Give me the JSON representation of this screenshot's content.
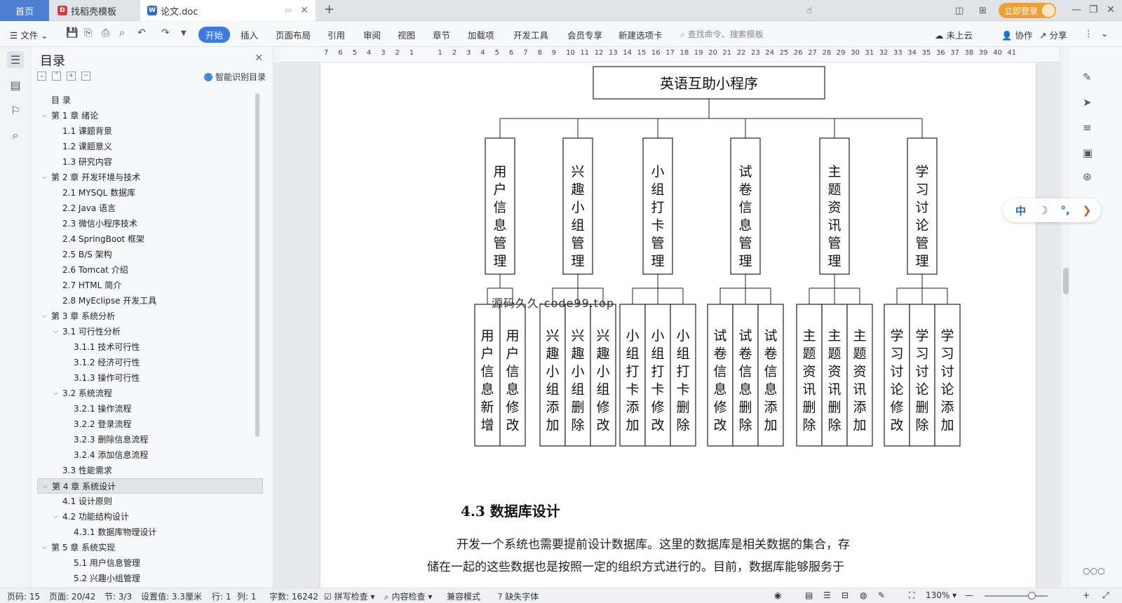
{
  "tabs": [
    {
      "label": "首页",
      "icon": "home-tab"
    },
    {
      "label": "找稻壳模板",
      "icon": "docer-icon"
    },
    {
      "label": "论文.doc",
      "icon": "word-doc-icon"
    }
  ],
  "login": "立即登录",
  "toolbar": {
    "file_menu": "文件",
    "menus": [
      "开始",
      "插入",
      "页面布局",
      "引用",
      "审阅",
      "视图",
      "章节",
      "加载项",
      "开发工具",
      "会员专享",
      "新建选项卡"
    ],
    "search_placeholder": "查找命令、搜索模板",
    "cloud": "未上云",
    "collab": "协作",
    "share": "分享"
  },
  "toc": {
    "title": "目录",
    "smart": "智能识别目录",
    "items": [
      {
        "text": "目  录",
        "level": 0,
        "chev": ""
      },
      {
        "text": "第 1 章  绪论",
        "level": 0,
        "chev": "v"
      },
      {
        "text": "1.1  课题背景",
        "level": 1,
        "chev": ""
      },
      {
        "text": "1.2  课题意义",
        "level": 1,
        "chev": ""
      },
      {
        "text": "1.3  研究内容",
        "level": 1,
        "chev": ""
      },
      {
        "text": "第 2 章  开发环境与技术",
        "level": 0,
        "chev": "v"
      },
      {
        "text": "2.1 MYSQL 数据库",
        "level": 1,
        "chev": ""
      },
      {
        "text": "2.2 Java 语言",
        "level": 1,
        "chev": ""
      },
      {
        "text": "2.3  微信小程序技术",
        "level": 1,
        "chev": ""
      },
      {
        "text": "2.4 SpringBoot 框架",
        "level": 1,
        "chev": ""
      },
      {
        "text": "2.5 B/S 架构",
        "level": 1,
        "chev": ""
      },
      {
        "text": "2.6 Tomcat  介绍",
        "level": 1,
        "chev": ""
      },
      {
        "text": "2.7 HTML 简介",
        "level": 1,
        "chev": ""
      },
      {
        "text": "2.8 MyEclipse 开发工具",
        "level": 1,
        "chev": ""
      },
      {
        "text": "第 3 章  系统分析",
        "level": 0,
        "chev": "v"
      },
      {
        "text": "3.1  可行性分析",
        "level": 1,
        "chev": "v"
      },
      {
        "text": "3.1.1  技术可行性",
        "level": 2,
        "chev": ""
      },
      {
        "text": "3.1.2  经济可行性",
        "level": 2,
        "chev": ""
      },
      {
        "text": "3.1.3  操作可行性",
        "level": 2,
        "chev": ""
      },
      {
        "text": "3.2  系统流程",
        "level": 1,
        "chev": "v"
      },
      {
        "text": "3.2.1  操作流程",
        "level": 2,
        "chev": ""
      },
      {
        "text": "3.2.2  登录流程",
        "level": 2,
        "chev": ""
      },
      {
        "text": "3.2.3  删除信息流程",
        "level": 2,
        "chev": ""
      },
      {
        "text": "3.2.4  添加信息流程",
        "level": 2,
        "chev": ""
      },
      {
        "text": "3.3  性能需求",
        "level": 1,
        "chev": ""
      },
      {
        "text": "第 4 章  系统设计",
        "level": 0,
        "chev": "v",
        "selected": true
      },
      {
        "text": "4.1  设计原则",
        "level": 1,
        "chev": ""
      },
      {
        "text": "4.2  功能结构设计",
        "level": 1,
        "chev": "v"
      },
      {
        "text": "4.3.1  数据库物理设计",
        "level": 2,
        "chev": ""
      },
      {
        "text": "第 5 章  系统实现",
        "level": 0,
        "chev": "v"
      },
      {
        "text": "5.1 用户信息管理",
        "level": 2,
        "chev": ""
      },
      {
        "text": "5.2 兴趣小组管理",
        "level": 2,
        "chev": ""
      }
    ]
  },
  "ruler": [
    "7",
    "6",
    "5",
    "4",
    "3",
    "2",
    "1",
    "",
    "1",
    "2",
    "3",
    "4",
    "5",
    "6",
    "7",
    "8",
    "9",
    "10",
    "11",
    "12",
    "13",
    "14",
    "15",
    "16",
    "17",
    "18",
    "19",
    "20",
    "21",
    "22",
    "23",
    "24",
    "25",
    "26",
    "27",
    "28",
    "29",
    "30",
    "31",
    "32",
    "33",
    "34",
    "35",
    "36",
    "37",
    "38",
    "39",
    "40",
    "41"
  ],
  "diagram": {
    "root": "英语互助小程序",
    "modules": [
      {
        "name": "用户信息管理",
        "subs": [
          "用户信息新增",
          "用户信息修改"
        ]
      },
      {
        "name": "兴趣小组管理",
        "subs": [
          "兴趣小组添加",
          "兴趣小组删除",
          "兴趣小组修改"
        ]
      },
      {
        "name": "小组打卡管理",
        "subs": [
          "小组打卡添加",
          "小组打卡修改",
          "小组打卡删除"
        ]
      },
      {
        "name": "试卷信息管理",
        "subs": [
          "试卷信息修改",
          "试卷信息删除",
          "试卷信息添加"
        ]
      },
      {
        "name": "主题资讯管理",
        "subs": [
          "主题资讯删除",
          "主题资讯删除",
          "主题资讯添加"
        ]
      },
      {
        "name": "学习讨论管理",
        "subs": [
          "学习讨论修改",
          "学习讨论删除",
          "学习讨论添加"
        ]
      }
    ]
  },
  "watermark": "源码久久-code99.top",
  "doc": {
    "heading": "4.3  数据库设计",
    "para1": "开发一个系统也需要提前设计数据库。这里的数据库是相关数据的集合，存",
    "para2": "储在一起的这些数据也是按照一定的组织方式进行的。目前，数据库能够服务于"
  },
  "ime": {
    "lang": "中"
  },
  "status": {
    "page_num": "页码: 15",
    "pages": "页面: 20/42",
    "section": "节: 3/3",
    "setting": "设置值: 3.3厘米",
    "row": "行: 1",
    "col": "列: 1",
    "words": "字数: 16242",
    "spell": "拼写检查",
    "content_check": "内容检查",
    "compat": "兼容模式",
    "missing_font": "缺失字体",
    "zoom": "130%"
  }
}
